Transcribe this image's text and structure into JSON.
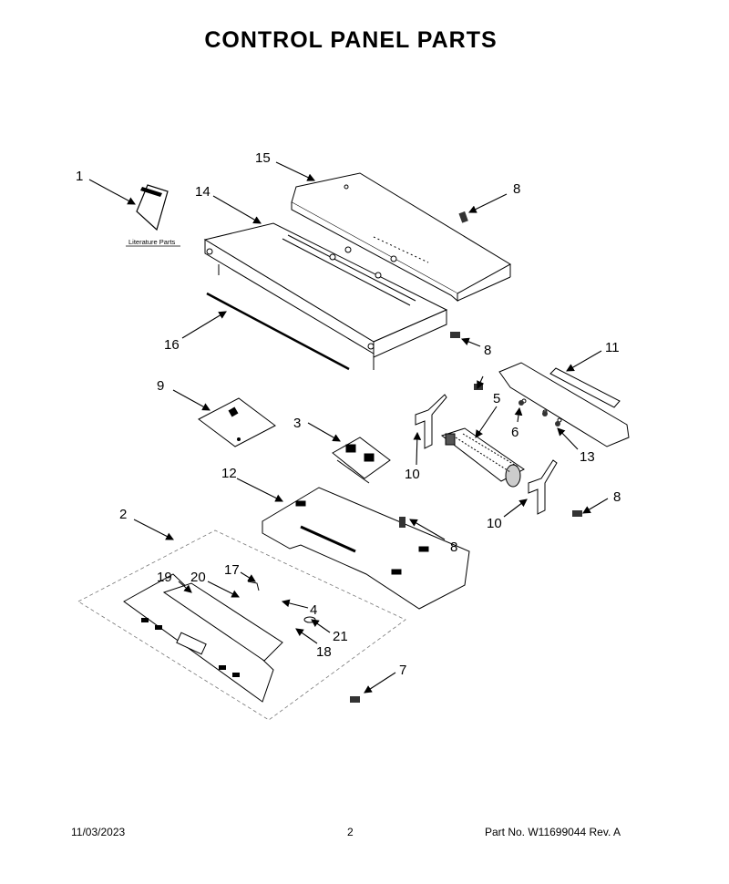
{
  "title": "CONTROL PANEL PARTS",
  "literature_label": "Literature Parts",
  "callouts": {
    "c1": "1",
    "c2": "2",
    "c3": "3",
    "c4": "4",
    "c5": "5",
    "c6": "6",
    "c7": "7",
    "c8a": "8",
    "c8b": "8",
    "c8c": "8",
    "c8d": "8",
    "c9": "9",
    "c10a": "10",
    "c10b": "10",
    "c11": "11",
    "c12": "12",
    "c13": "13",
    "c14": "14",
    "c15": "15",
    "c16": "16",
    "c17": "17",
    "c18": "18",
    "c19": "19",
    "c20": "20",
    "c21": "21"
  },
  "footer": {
    "date": "11/03/2023",
    "page": "2",
    "part_no": "Part No.  W11699044  Rev.  A"
  }
}
